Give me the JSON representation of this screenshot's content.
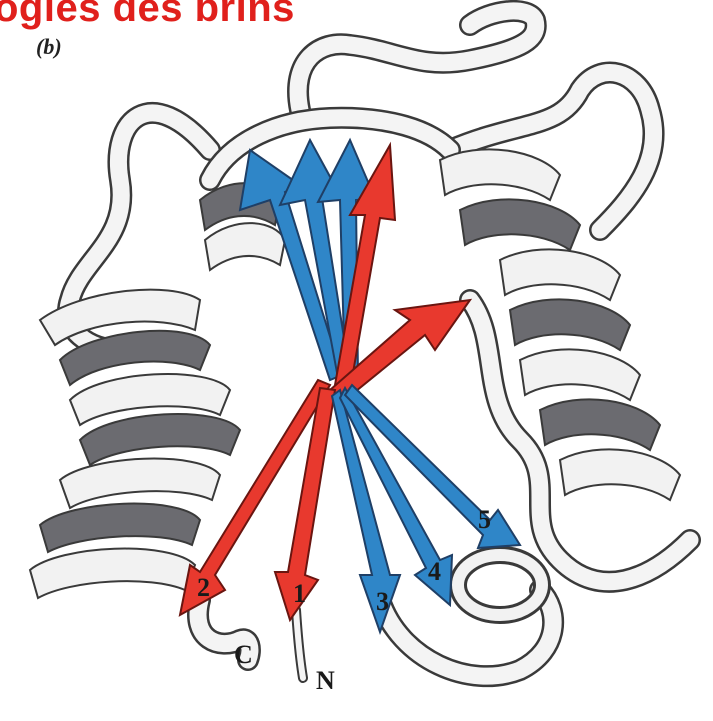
{
  "header": {
    "title": "ogies des brins"
  },
  "figure": {
    "panel_label": "(b)",
    "terminus_c": "C",
    "terminus_n": "N",
    "strands": [
      {
        "number": "2",
        "color": "#e8392e"
      },
      {
        "number": "1",
        "color": "#e8392e"
      },
      {
        "number": "3",
        "color": "#2f86c8"
      },
      {
        "number": "4",
        "color": "#2f86c8"
      },
      {
        "number": "5",
        "color": "#2f86c8"
      }
    ],
    "colors": {
      "helix_light": "#f2f2f2",
      "helix_shadow": "#6b6b70",
      "outline": "#3a3a3a"
    }
  }
}
